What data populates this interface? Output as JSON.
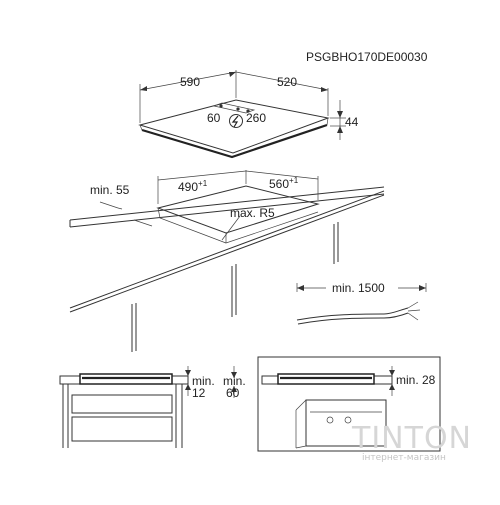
{
  "code": "PSGBHO170DE00030",
  "hob": {
    "width": "590",
    "depth": "520",
    "height": "44",
    "junction_a": "60",
    "junction_b": "260",
    "symbol": "junction-box-symbol"
  },
  "cutout": {
    "width": "490",
    "width_tol": "+1",
    "depth": "560",
    "depth_tol": "+1",
    "radius": "max. R5",
    "wall_min": "min. 55"
  },
  "cable": {
    "length": "min. 1500"
  },
  "section_left": {
    "gap_label": "min.",
    "gap_value": "12",
    "space_label": "min.",
    "space_value": "60"
  },
  "section_right": {
    "gap": "min. 28"
  },
  "watermark": {
    "brand": "TINTON",
    "sub": "інтернет-магазин"
  }
}
